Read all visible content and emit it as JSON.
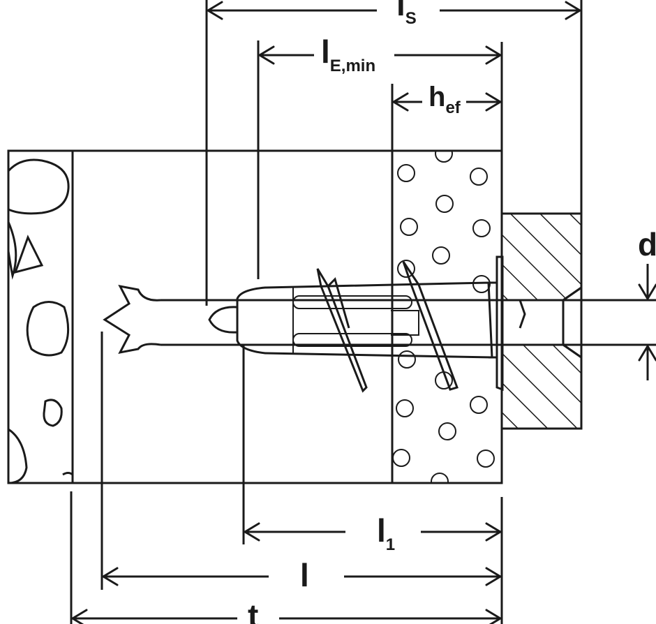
{
  "dimensions": [
    {
      "id": "ls",
      "main": "l",
      "sub": "S"
    },
    {
      "id": "le-min",
      "main": "l",
      "sub": "E,min"
    },
    {
      "id": "hef",
      "main": "h",
      "sub": "ef"
    },
    {
      "id": "d",
      "main": "d",
      "sub": ""
    },
    {
      "id": "l1",
      "main": "l",
      "sub": "1"
    },
    {
      "id": "l",
      "main": "l",
      "sub": ""
    },
    {
      "id": "t",
      "main": "t",
      "sub": ""
    }
  ],
  "colors": {
    "ink": "#1a1a1a",
    "paper": "#ffffff"
  }
}
